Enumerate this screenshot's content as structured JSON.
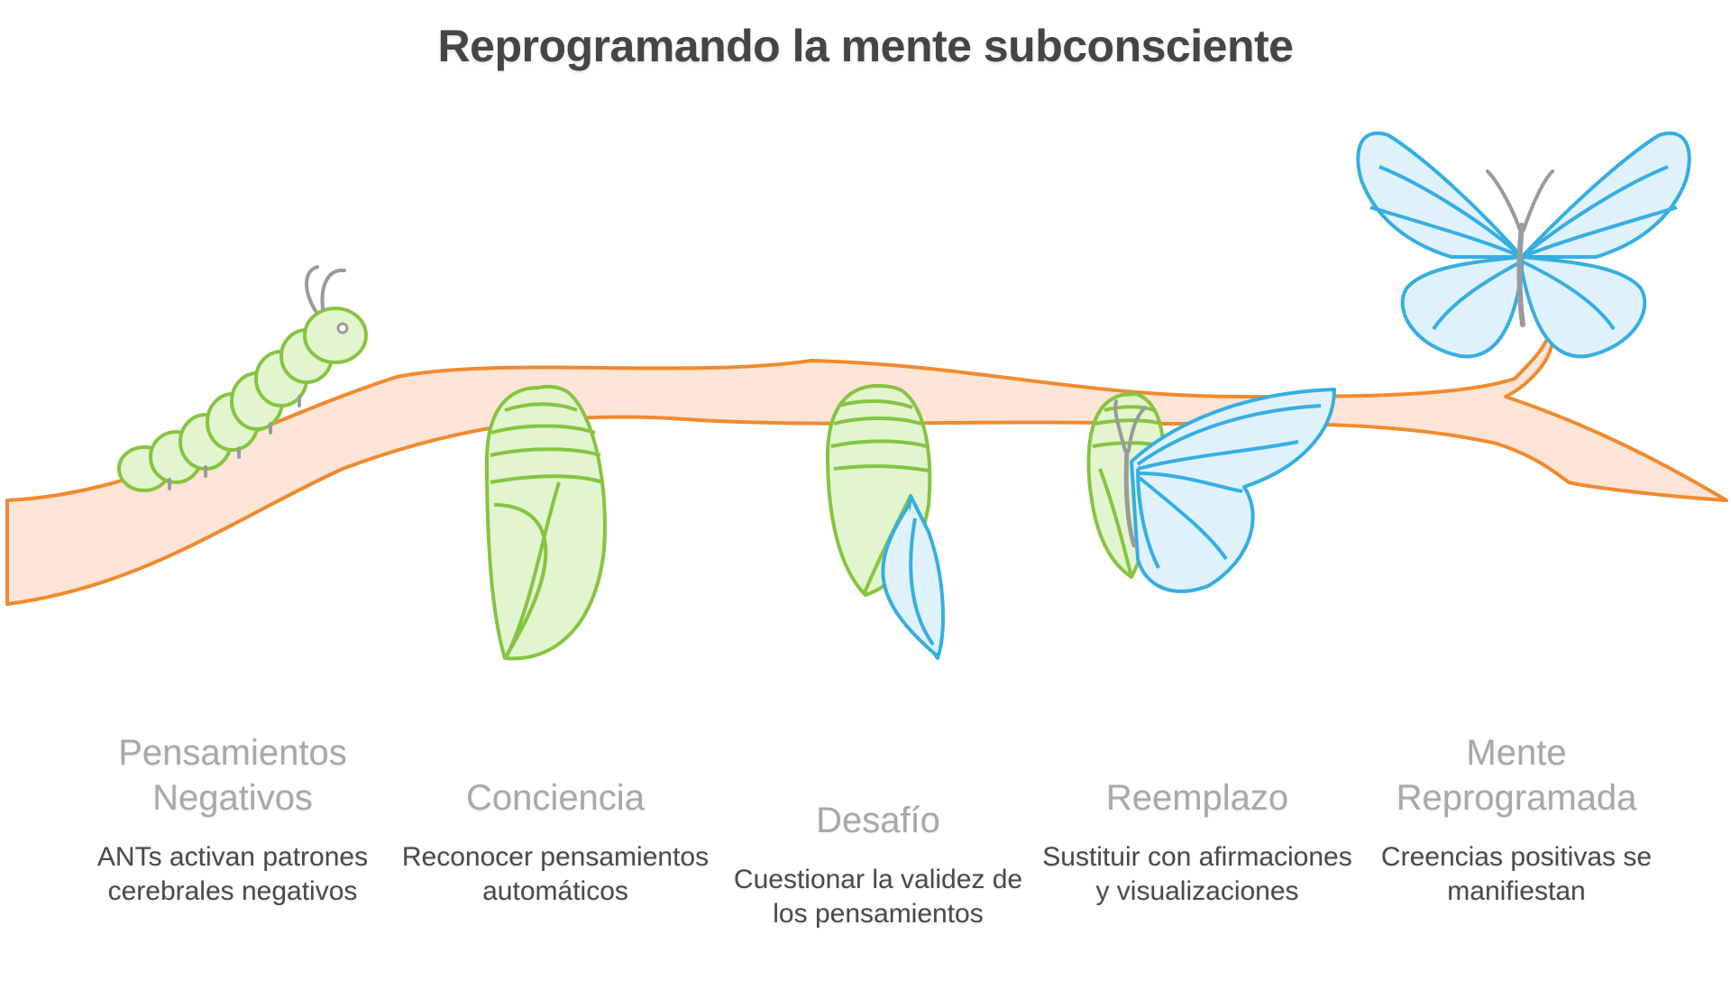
{
  "title": "Reprogramando la mente subconsciente",
  "colors": {
    "branch_fill": "#fce4d6",
    "branch_stroke": "#f08a2e",
    "green_fill": "#e2f5cf",
    "green_stroke": "#86c440",
    "blue_fill": "#dff1fb",
    "blue_stroke": "#35aee2",
    "gray": "#9a9a9a"
  },
  "icons": [
    "caterpillar-icon",
    "chrysalis-icon",
    "chrysalis-cracking-icon",
    "butterfly-emerging-icon",
    "butterfly-icon"
  ],
  "stages": [
    {
      "title": "Pensamientos Negativos",
      "description": "ANTs activan patrones cerebrales negativos"
    },
    {
      "title": "Conciencia",
      "description": "Reconocer pensamientos automáticos"
    },
    {
      "title": "Desafío",
      "description": "Cuestionar la validez de los pensamientos"
    },
    {
      "title": "Reemplazo",
      "description": "Sustituir con afirmaciones y visualizaciones"
    },
    {
      "title": "Mente Reprogramada",
      "description": "Creencias positivas se manifiestan"
    }
  ]
}
